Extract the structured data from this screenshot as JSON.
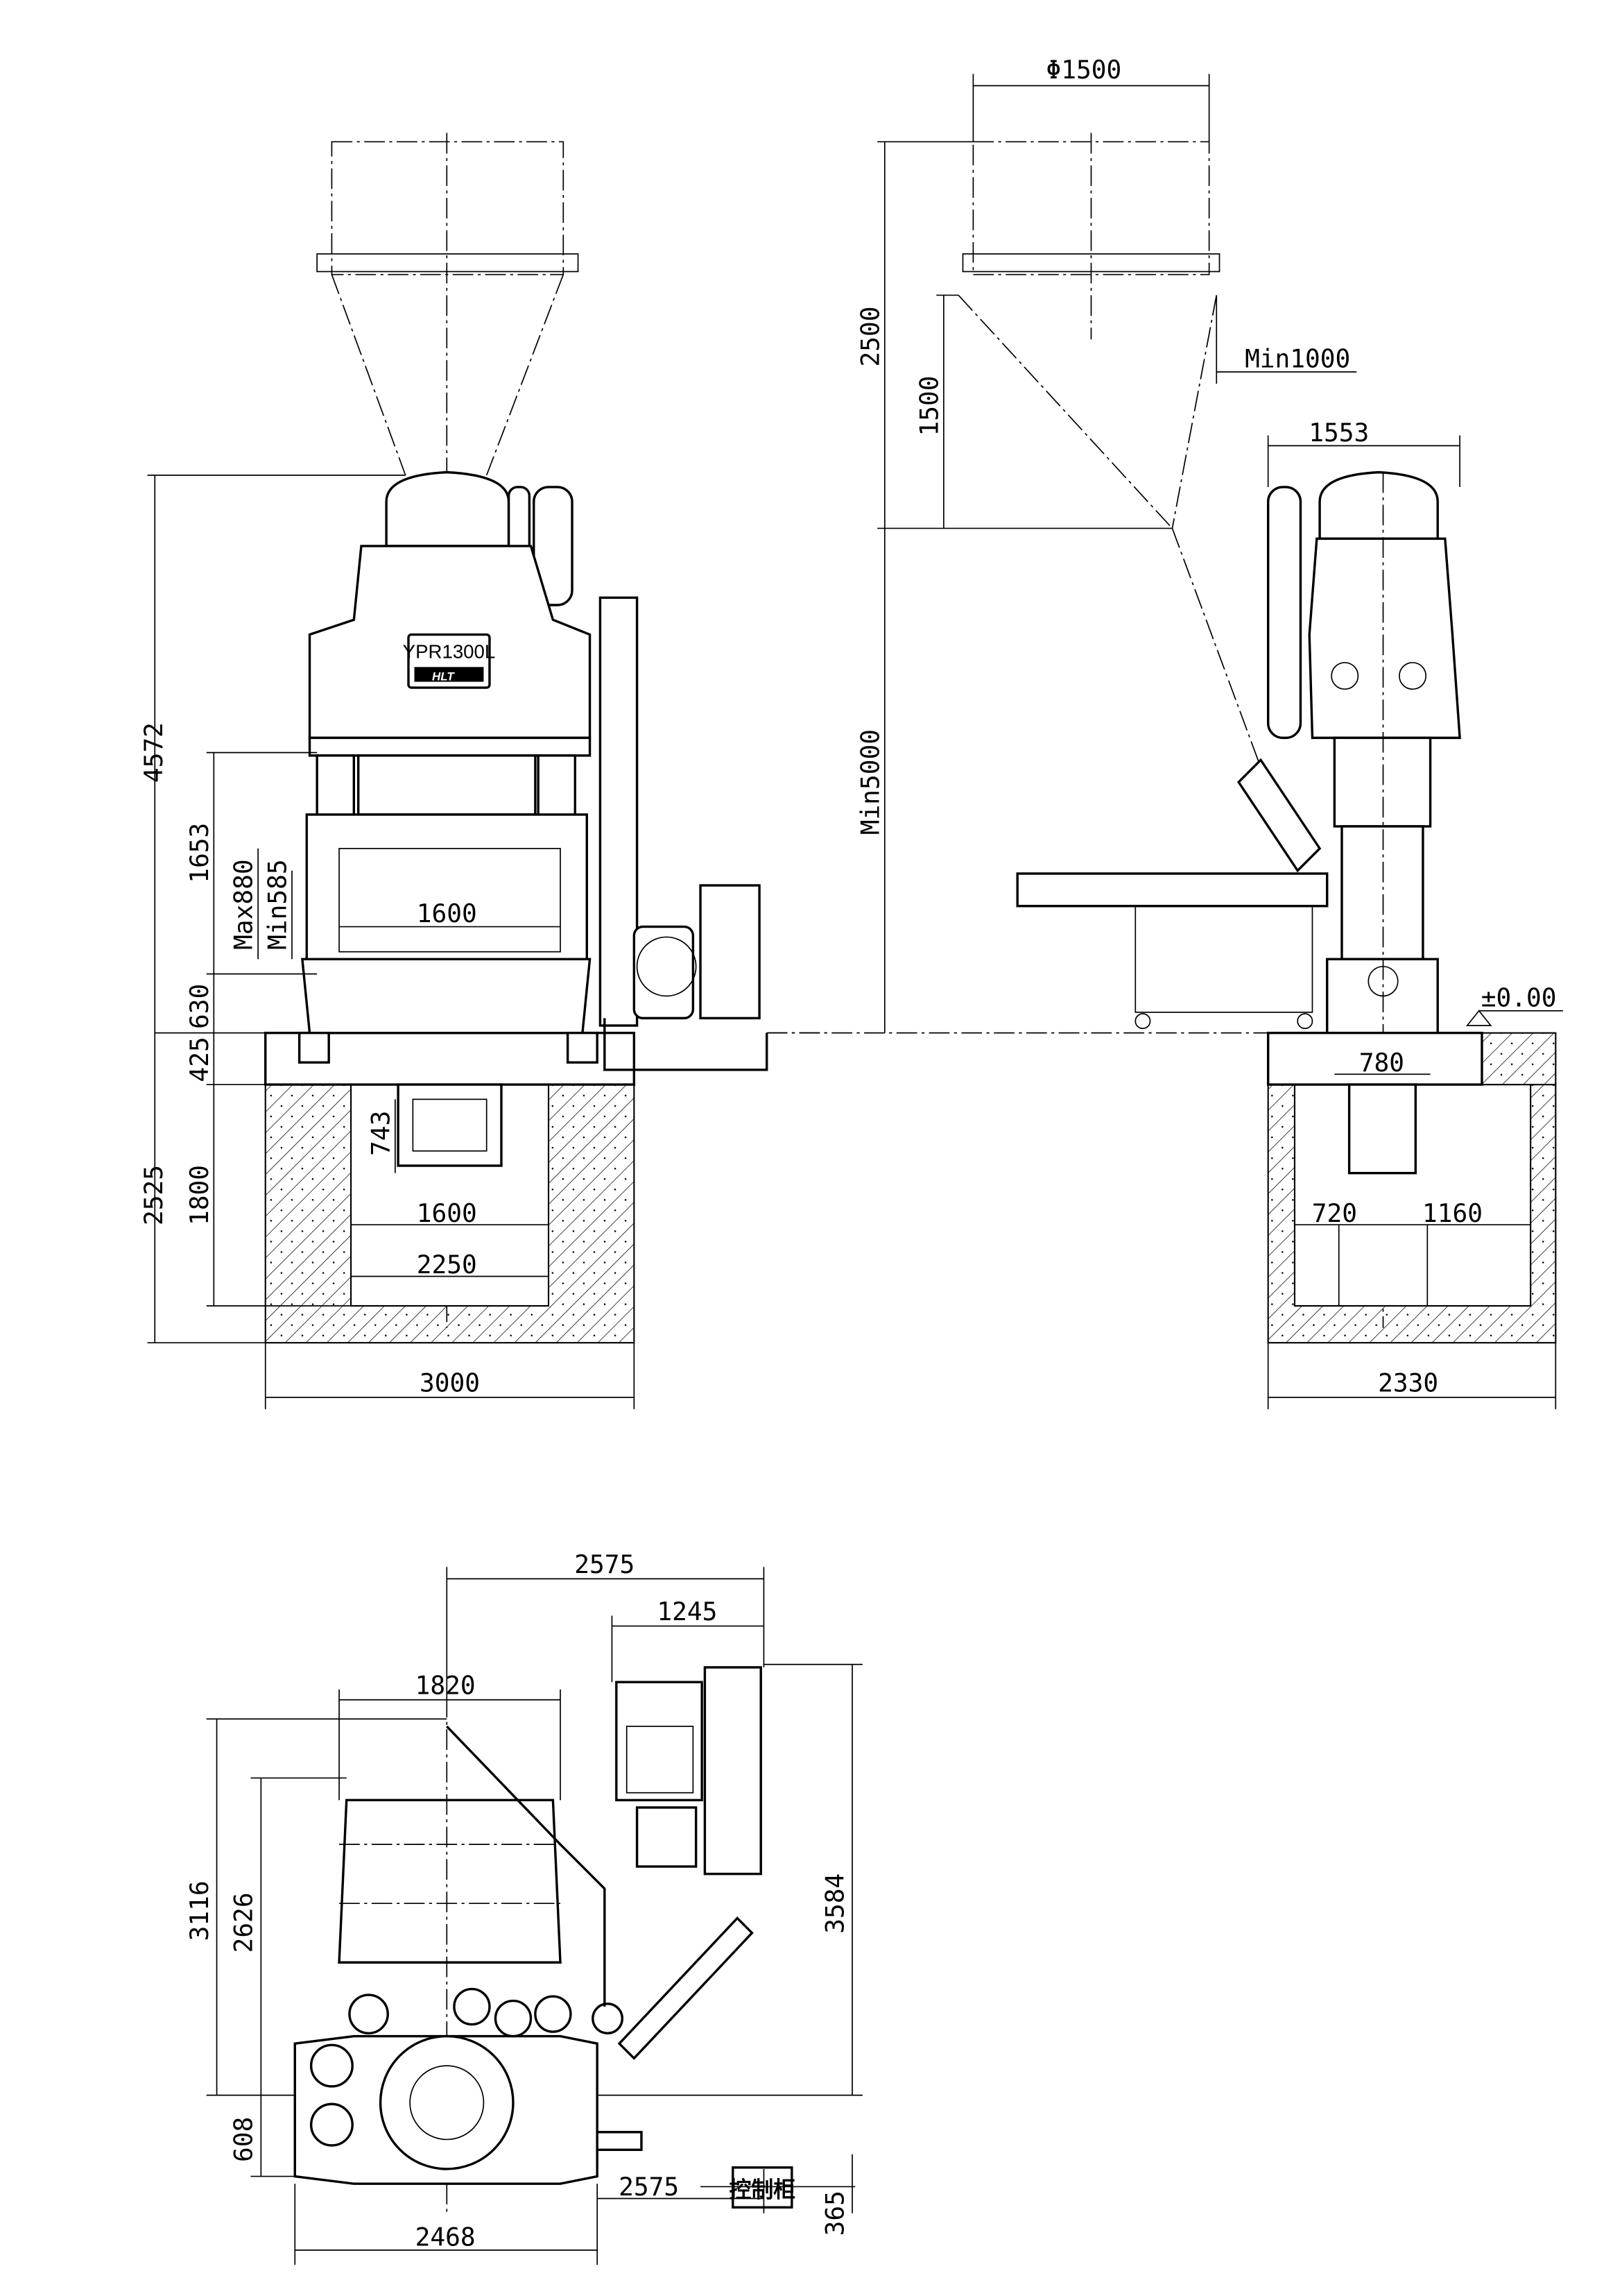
{
  "model_plate": {
    "model": "YPR1300L",
    "brand": "HLT"
  },
  "front_view": {
    "dim_total_height": "4572",
    "dim_1653": "1653",
    "dim_max_stroke": "Max880",
    "dim_min_stroke": "Min585",
    "dim_table_width": "1600",
    "dim_630": "630",
    "dim_425": "425",
    "dim_743": "743",
    "dim_pit_depth": "2525",
    "dim_1800": "1800",
    "dim_pit_inner": "1600",
    "dim_pit_mid": "2250",
    "dim_base_width": "3000"
  },
  "side_view": {
    "dim_hopper_dia": "Φ1500",
    "dim_2500": "2500",
    "dim_1500": "1500",
    "dim_min1000": "Min1000",
    "dim_1553": "1553",
    "dim_min5000": "Min5000",
    "level_mark": "±0.00",
    "dim_780": "780",
    "dim_720": "720",
    "dim_1160": "1160",
    "dim_2330": "2330"
  },
  "plan_view": {
    "dim_2575_top": "2575",
    "dim_1245": "1245",
    "dim_1820": "1820",
    "dim_3116": "3116",
    "dim_2626": "2626",
    "dim_3584": "3584",
    "dim_608": "608",
    "dim_365": "365",
    "dim_2575_bottom": "2575",
    "dim_2468": "2468",
    "control_cabinet": "控制柜"
  }
}
